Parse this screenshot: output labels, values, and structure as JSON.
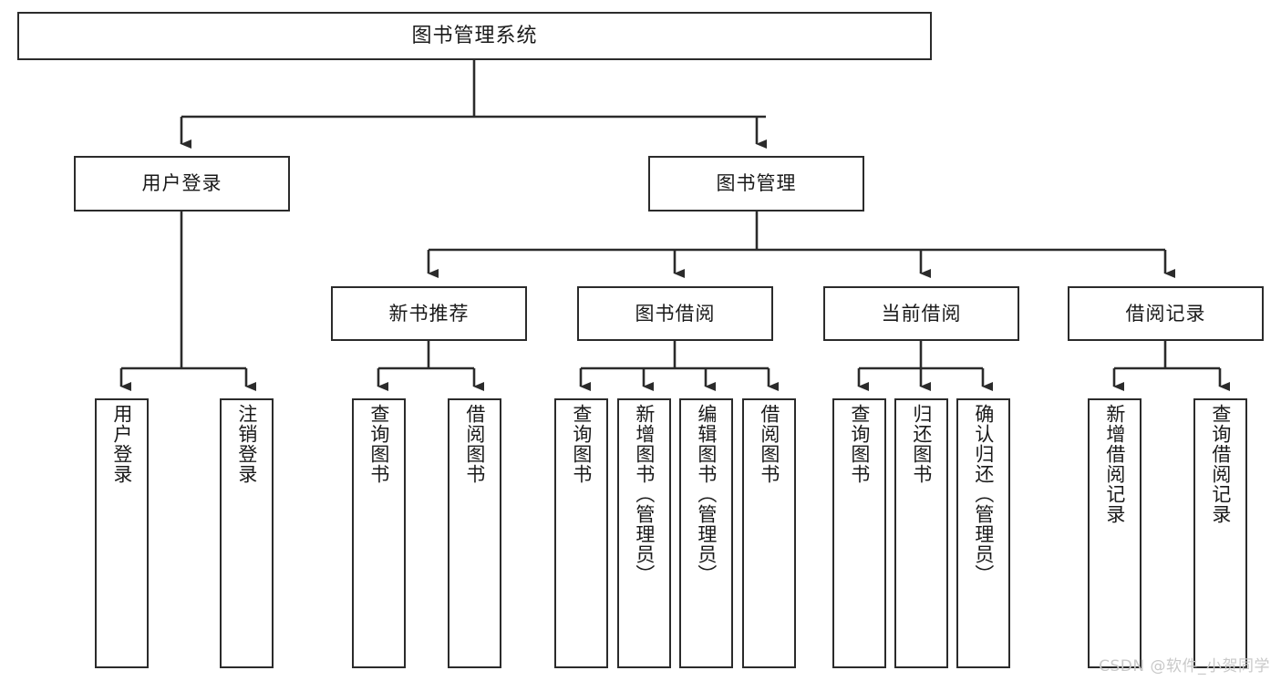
{
  "diagram": {
    "type": "tree",
    "title": "图书管理系统",
    "orientation": "top-down",
    "colors": {
      "box_border": "#2b2b2b",
      "box_fill": "#ffffff",
      "edge": "#2b2b2b",
      "text": "#1a1a1a",
      "watermark": "#c9c9c9",
      "background": "#ffffff"
    }
  },
  "root": {
    "label": "图书管理系统"
  },
  "level2": [
    {
      "label": "用户登录"
    },
    {
      "label": "图书管理"
    }
  ],
  "level3": [
    {
      "label": "新书推荐"
    },
    {
      "label": "图书借阅"
    },
    {
      "label": "当前借阅"
    },
    {
      "label": "借阅记录"
    }
  ],
  "leaves": {
    "user_login": [
      {
        "label": "用户登录"
      },
      {
        "label": "注销登录"
      }
    ],
    "new_book_recommend": [
      {
        "label": "查询图书"
      },
      {
        "label": "借阅图书"
      }
    ],
    "book_borrow": [
      {
        "label": "查询图书"
      },
      {
        "label": "新增图书（管理员）"
      },
      {
        "label": "编辑图书（管理员）"
      },
      {
        "label": "借阅图书"
      }
    ],
    "current_borrow": [
      {
        "label": "查询图书"
      },
      {
        "label": "归还图书"
      },
      {
        "label": "确认归还（管理员）"
      }
    ],
    "borrow_record": [
      {
        "label": "新增借阅记录"
      },
      {
        "label": "查询借阅记录"
      }
    ]
  },
  "watermark": {
    "text": "CSDN @软件_小贺同学"
  }
}
